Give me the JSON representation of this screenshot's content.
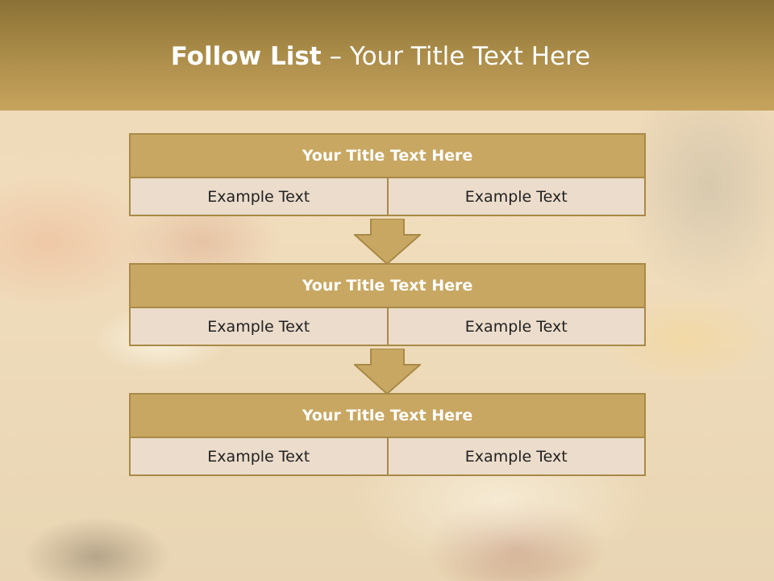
{
  "slide": {
    "title_main": "Follow List",
    "title_sub": " – Your Title Text Here"
  },
  "steps": [
    {
      "title": "Your Title Text Here",
      "left": "Example Text",
      "right": "Example Text"
    },
    {
      "title": "Your Title Text Here",
      "left": "Example Text",
      "right": "Example Text"
    },
    {
      "title": "Your Title Text Here",
      "left": "Example Text",
      "right": "Example Text"
    }
  ],
  "colors": {
    "header": "#a88a47",
    "box_title": "#c8a762",
    "box_cell": "#ebdccb",
    "border": "#a88a47"
  }
}
